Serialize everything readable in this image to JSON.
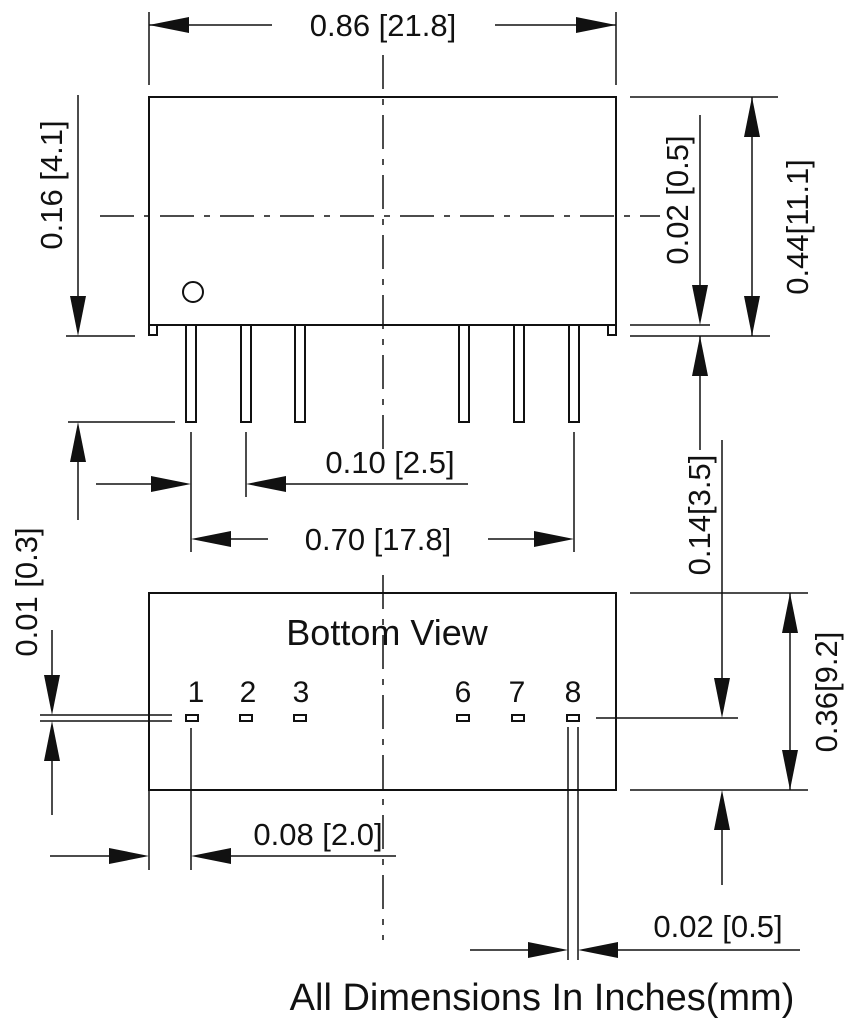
{
  "dimensions": {
    "overall_length": "0.86 [21.8]",
    "body_height": "0.16 [4.1]",
    "standoff": "0.02 [0.5]",
    "overall_height": "0.44[11.1]",
    "pin_pitch": "0.10 [2.5]",
    "pin_span": "0.70 [17.8]",
    "pin_length": "0.14[3.5]",
    "pin_thickness": "0.01 [0.3]",
    "pin_offset": "0.08 [2.0]",
    "pin_width": "0.02 [0.5]",
    "bottom_width": "0.36[9.2]"
  },
  "bottom_view": {
    "title": "Bottom View",
    "pins": [
      "1",
      "2",
      "3",
      "6",
      "7",
      "8"
    ]
  },
  "footer_note": "All Dimensions In Inches(mm)"
}
